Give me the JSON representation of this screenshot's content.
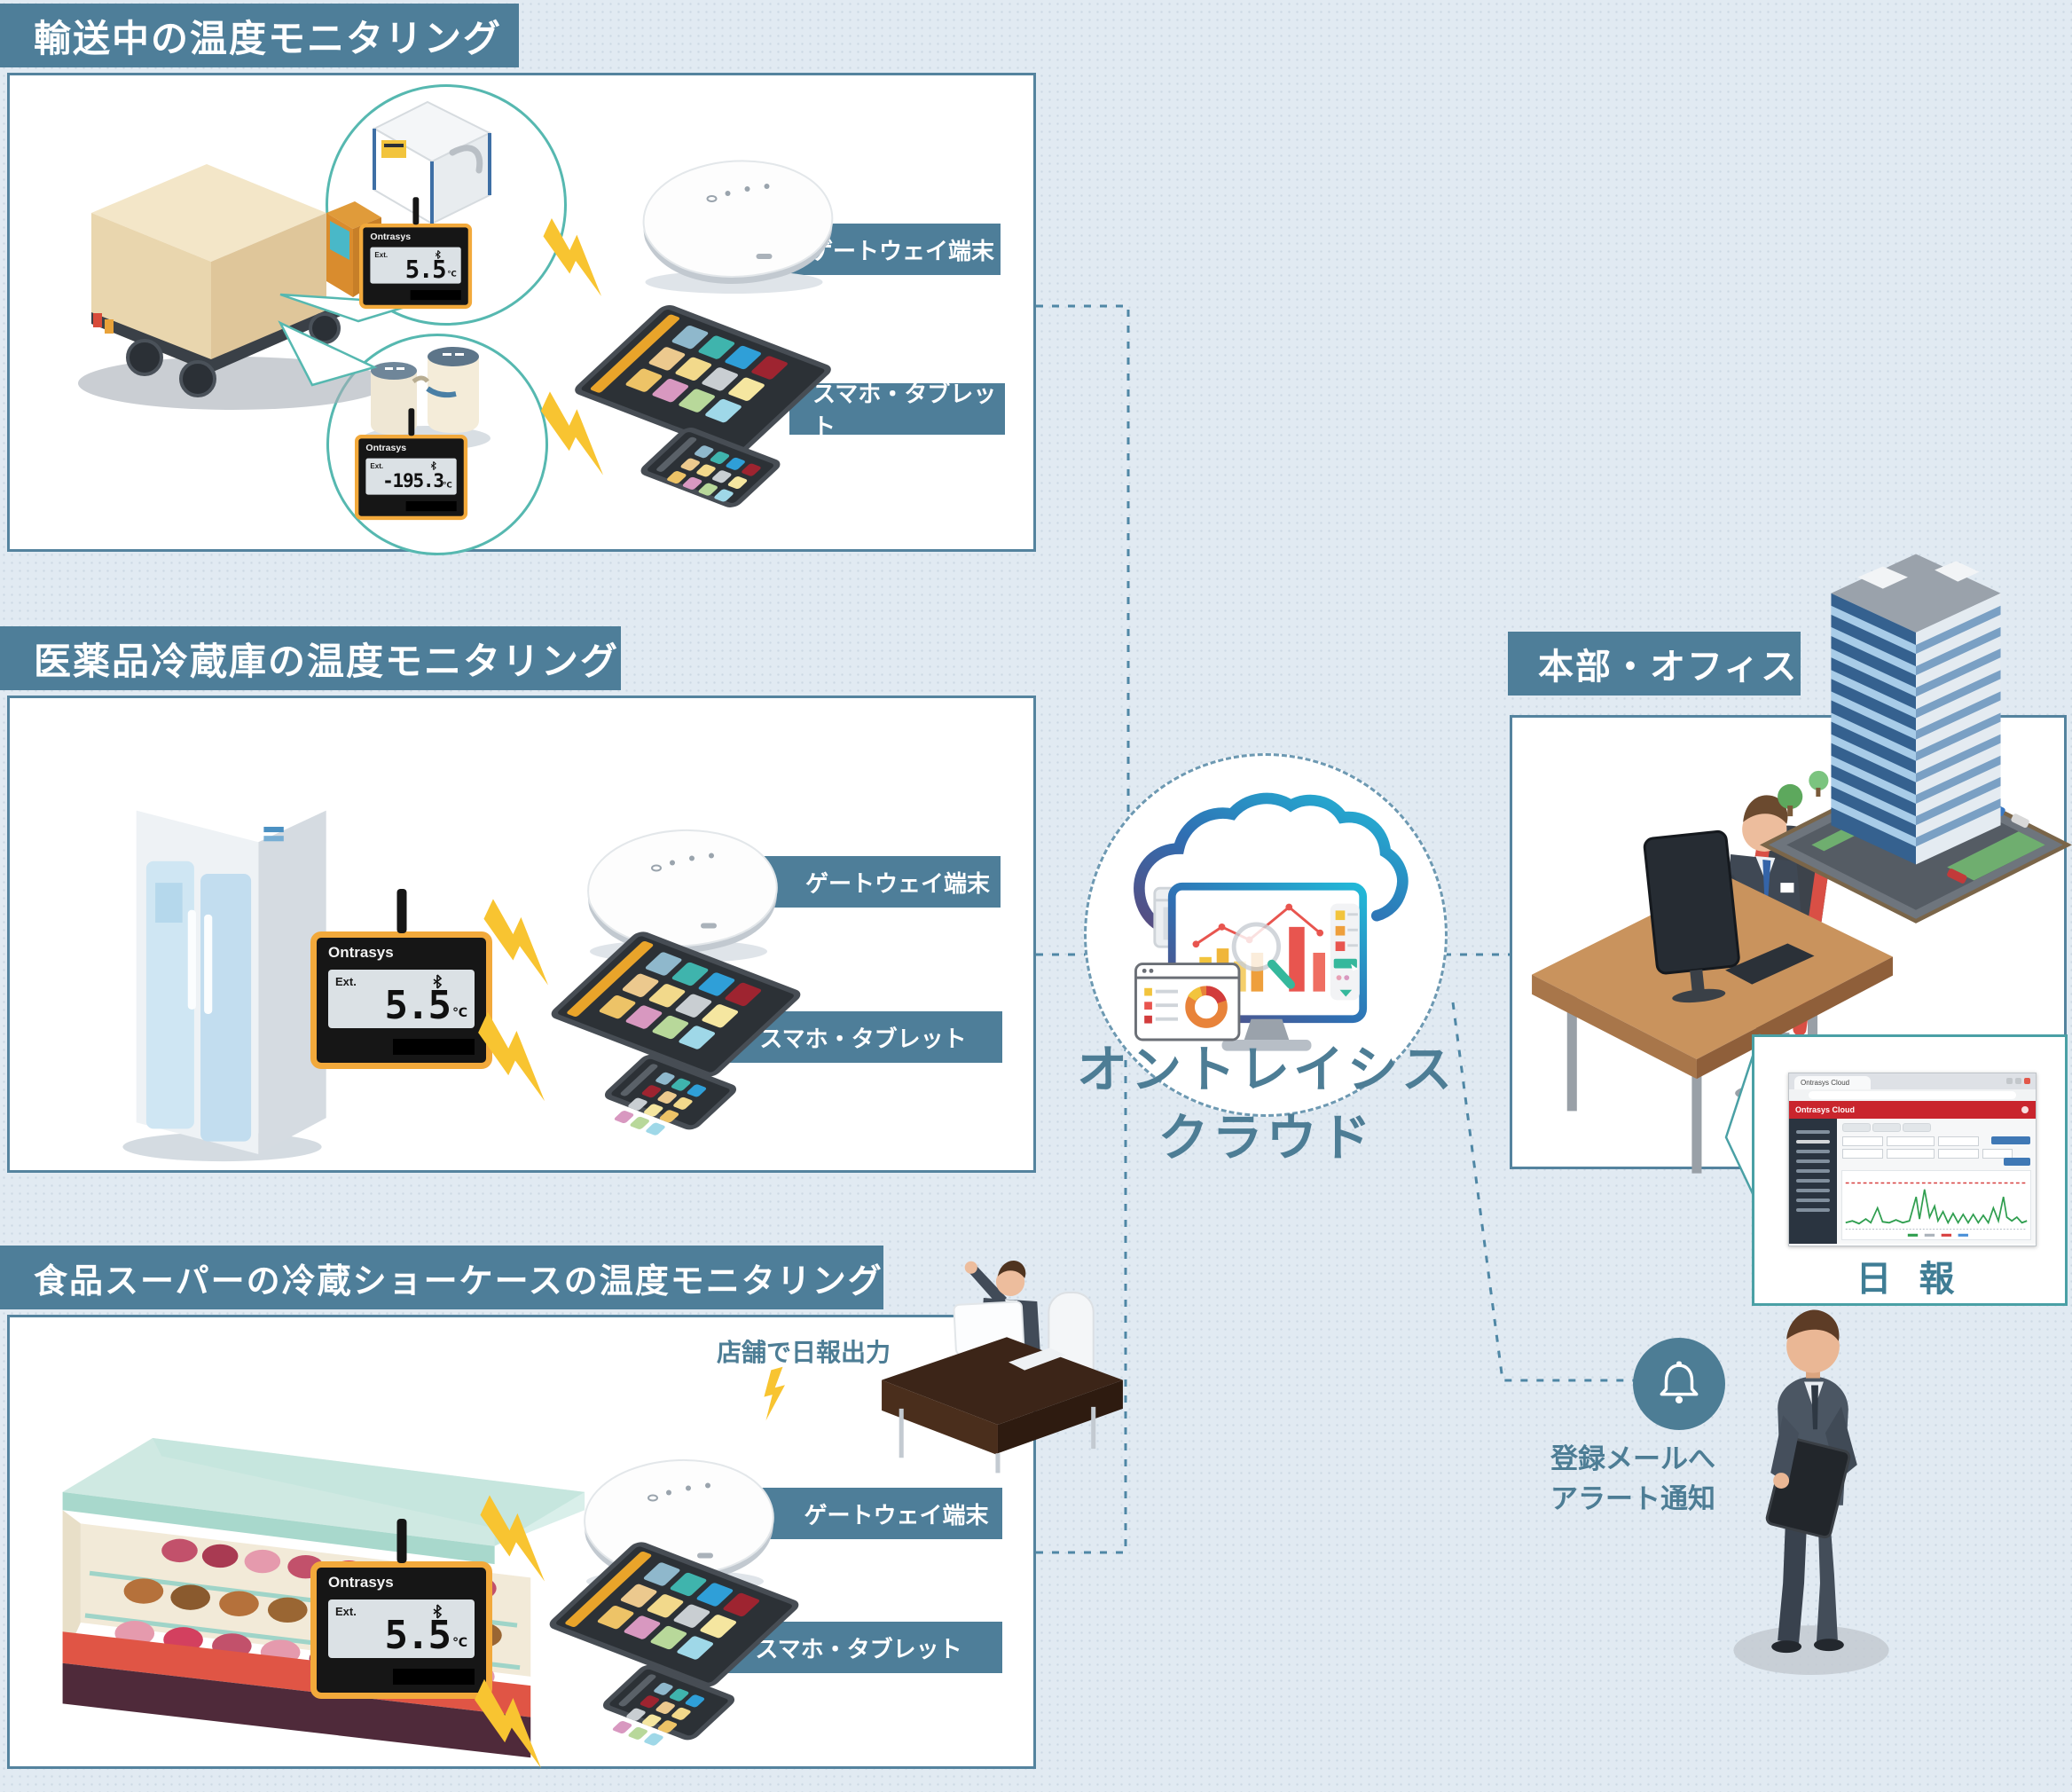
{
  "sections": {
    "transport": {
      "title": "輸送中の温度モニタリング"
    },
    "pharma": {
      "title": "医薬品冷蔵庫の温度モニタリング"
    },
    "supermarket": {
      "title": "食品スーパーの冷蔵ショーケースの温度モニタリング",
      "note": "店舗で日報出力"
    },
    "office": {
      "title": "本部・オフィス",
      "report_label": "日 報"
    },
    "cloud": {
      "name_line1": "オントレイシス",
      "name_line2": "クラウド"
    },
    "alert": {
      "line1": "登録メールへ",
      "line2": "アラート通知"
    }
  },
  "device_labels": {
    "gateway": "ゲートウェイ端末",
    "smart_device": "スマホ・タブレット"
  },
  "sensor": {
    "brand": "Ontrasys",
    "channel": "Ext.",
    "temp_chilled": "5.5",
    "temp_cryo": "-195.3",
    "unit": "℃"
  },
  "report_browser": {
    "tab_title": "Ontrasys Cloud",
    "app_name": "Ontrasys Cloud"
  },
  "palette": {
    "bar": "#4e7e99",
    "callout": "#56b8b0",
    "dash": "#4f87a5",
    "bolt": "#f8c431",
    "sensor_frame": "#f2a93b",
    "teal_text": "#4d7d95",
    "report_border": "#4aa0a5"
  }
}
